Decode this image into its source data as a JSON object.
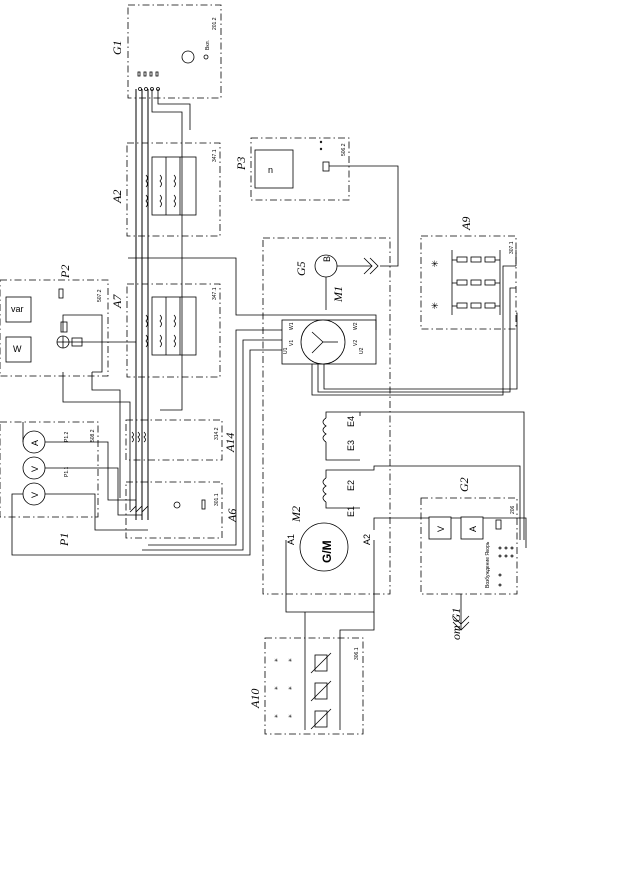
{
  "blocks": {
    "G1": {
      "label": "G1",
      "code": "201.2",
      "switch_text": "Вкл."
    },
    "A2": {
      "label": "A2",
      "code": "347.1"
    },
    "A7": {
      "label": "A7",
      "code": "347.1"
    },
    "P2": {
      "label": "P2",
      "code": "507.2",
      "meter1": "var",
      "meter2": "W"
    },
    "P3": {
      "label": "P3",
      "code": "506.2",
      "display": "n"
    },
    "P1": {
      "label": "P1",
      "code": "508.2",
      "sub1": "P1.2",
      "sub2": "P1.1",
      "meter_a": "A",
      "meter_v1": "V",
      "meter_v2": "V"
    },
    "A14": {
      "label": "A14",
      "code": "314.2"
    },
    "A6": {
      "label": "A6",
      "code": "301.1"
    },
    "G5": {
      "label": "G5",
      "symbol": "B"
    },
    "M1": {
      "label": "M1",
      "terminals": [
        "W1",
        "V1",
        "U1",
        "W2",
        "V2",
        "U2"
      ]
    },
    "M2": {
      "label": "M2",
      "symbol": "G/M",
      "terminals": [
        "A1",
        "A2"
      ]
    },
    "windings": {
      "labels": [
        "E1",
        "E2",
        "E3",
        "E4"
      ]
    },
    "A9": {
      "label": "A9",
      "code": "307.1"
    },
    "G2": {
      "label": "G2",
      "code": "206",
      "meter_v": "V",
      "meter_a": "A",
      "caption": "Возбуждение Якорь",
      "from_label": "от G1"
    },
    "A10": {
      "label": "A10",
      "code": "306.1"
    }
  },
  "colors": {
    "line": "#000000",
    "background": "#ffffff"
  }
}
